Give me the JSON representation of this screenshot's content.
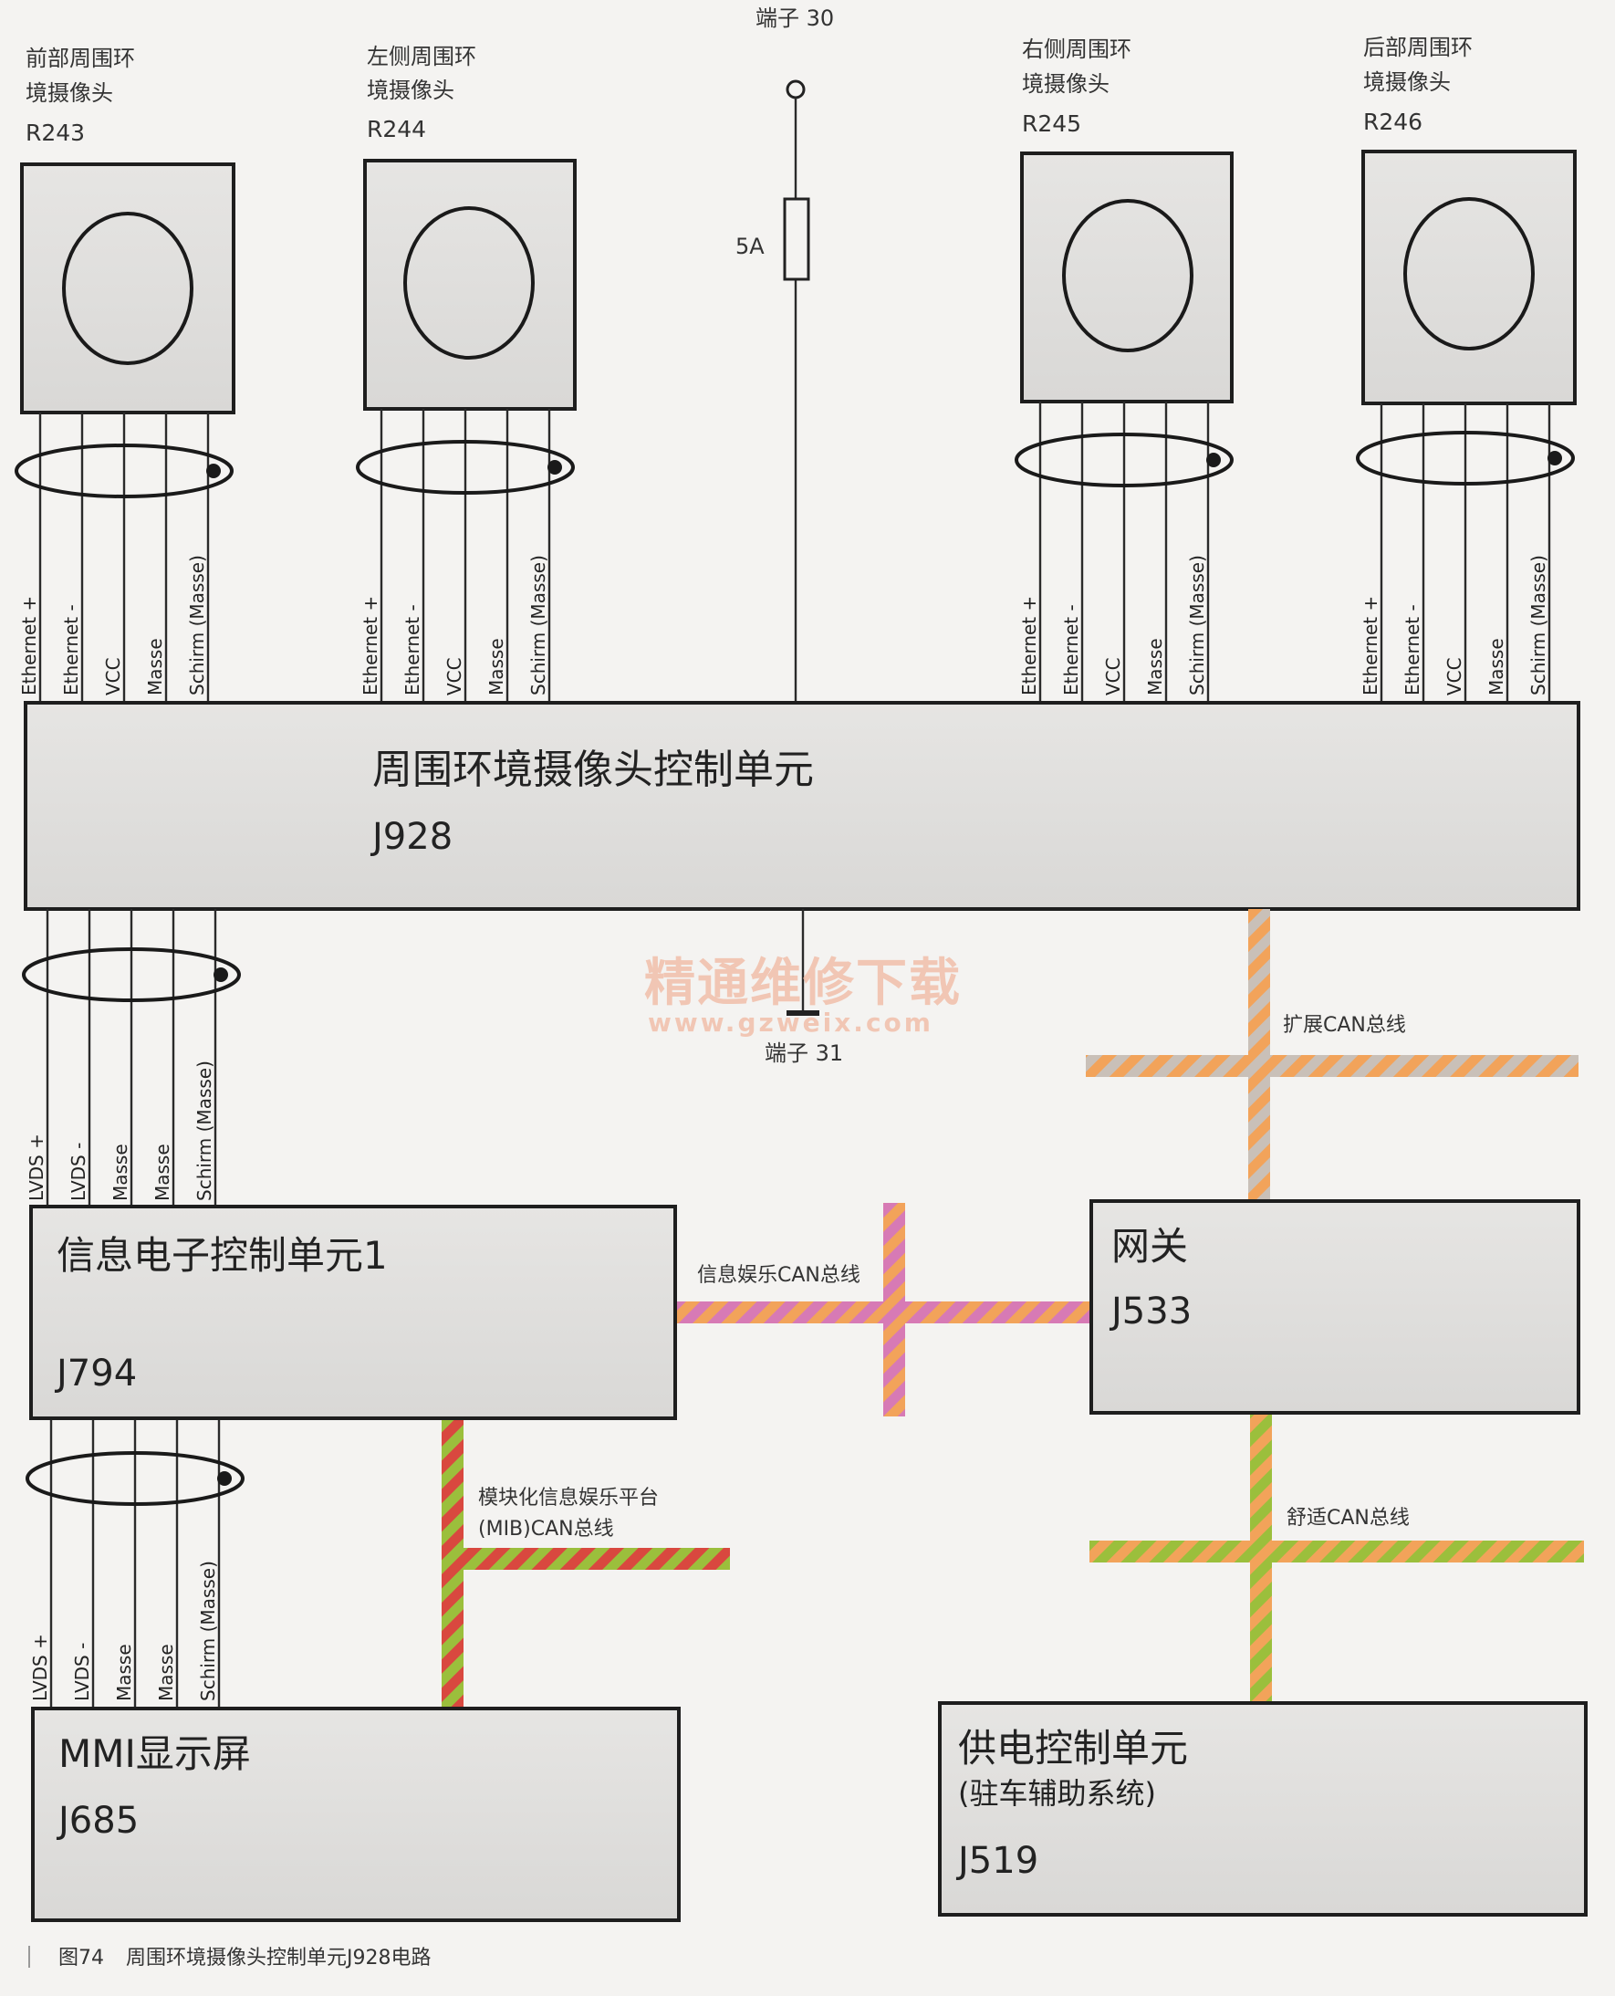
{
  "cameras": [
    {
      "id": "r243",
      "name_line1": "前部周围环",
      "name_line2": "境摄像头",
      "code": "R243"
    },
    {
      "id": "r244",
      "name_line1": "左侧周围环",
      "name_line2": "境摄像头",
      "code": "R244"
    },
    {
      "id": "r245",
      "name_line1": "右侧周围环",
      "name_line2": "境摄像头",
      "code": "R245"
    },
    {
      "id": "r246",
      "name_line1": "后部周围环",
      "name_line2": "境摄像头",
      "code": "R246"
    }
  ],
  "camera_pins": [
    "Ethernet +",
    "Ethernet -",
    "VCC",
    "Masse",
    "Schirm (Masse)"
  ],
  "lvds_pins": [
    "LVDS +",
    "LVDS -",
    "Masse",
    "Masse",
    "Schirm (Masse)"
  ],
  "terminal_30": "端子 30",
  "terminal_31": "端子 31",
  "fuse_label": "5A",
  "units": {
    "j928": {
      "name": "周围环境摄像头控制单元",
      "code": "J928"
    },
    "j794": {
      "name": "信息电子控制单元1",
      "code": "J794"
    },
    "j533": {
      "name": "网关",
      "code": "J533"
    },
    "j685": {
      "name": "MMI显示屏",
      "code": "J685"
    },
    "j519": {
      "name": "供电控制单元",
      "subname": "(驻车辅助系统)",
      "code": "J519"
    }
  },
  "buses": {
    "extended": "扩展CAN总线",
    "infotainment": "信息娱乐CAN总线",
    "mib_line1": "模块化信息娱乐平台",
    "mib_line2": "(MIB)CAN总线",
    "comfort": "舒适CAN总线"
  },
  "bus_colors": {
    "extended": [
      "#f2a35a",
      "#c9c0b8"
    ],
    "infotainment": [
      "#f2a35a",
      "#d77ab5"
    ],
    "mib": [
      "#d9483f",
      "#9bbf3c"
    ],
    "comfort": [
      "#f2a35a",
      "#9bbf3c"
    ]
  },
  "watermark": {
    "line1": "精通维修下载",
    "line2": "www.gzweix.com"
  },
  "caption": {
    "figure": "图74",
    "text": "周围环境摄像头控制单元J928电路"
  }
}
